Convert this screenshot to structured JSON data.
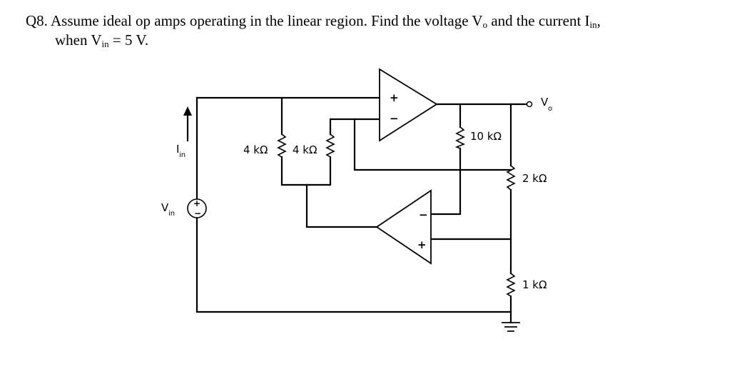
{
  "question": {
    "number": "Q8.",
    "line1_a": "Assume ideal op amps operating in the linear region. Find the voltage V",
    "vo_sub": "o",
    "line1_b": " and the current I",
    "iin_sub": "in",
    "line1_c": ",",
    "line2_a": "when V",
    "vin_sub": "in",
    "line2_b": " = 5 V."
  },
  "circuit": {
    "vo_main": "V",
    "vo_sub": "o",
    "iin_main": "I",
    "iin_sub": "in",
    "vin_main": "V",
    "vin_sub": "in",
    "r1": "4 kΩ",
    "r2": "4 kΩ",
    "r3": "10 kΩ",
    "r4": "2 kΩ",
    "r5": "1 kΩ",
    "plus": "+",
    "minus": "−"
  }
}
